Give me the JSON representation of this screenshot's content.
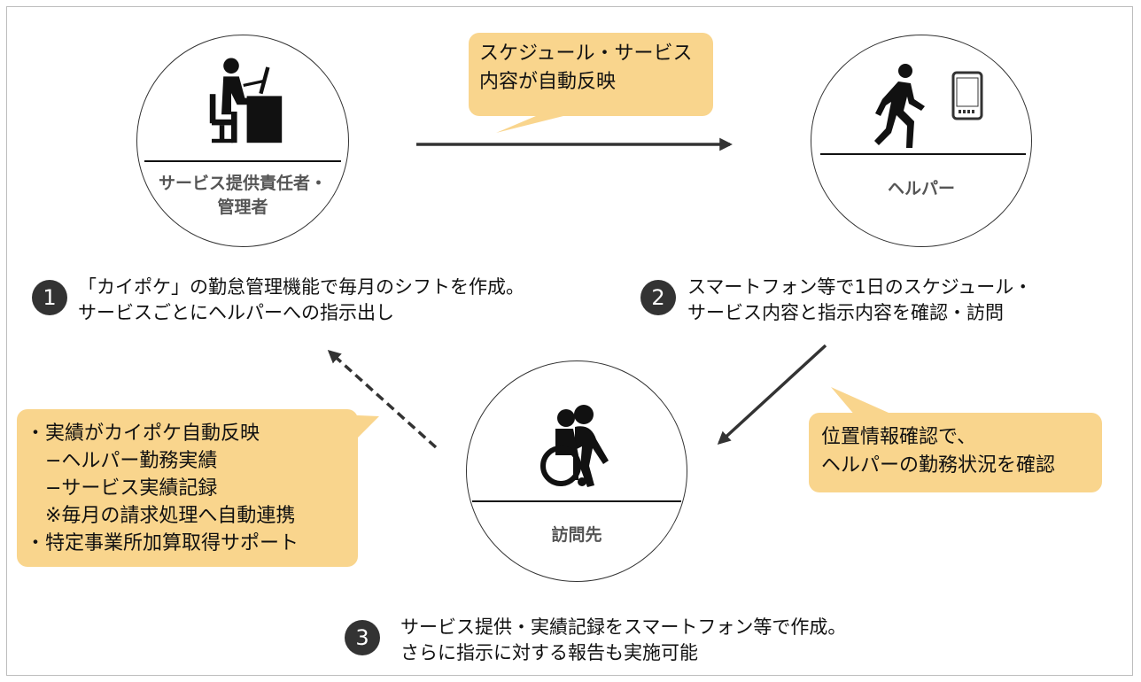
{
  "nodes": {
    "manager": {
      "label_lines": [
        "サービス提供責任者・",
        "管理者"
      ],
      "icon": "person-at-computer-icon"
    },
    "helper": {
      "label_lines": [
        "ヘルパー"
      ],
      "icon": "walking-person-icon",
      "icon2": "smartphone-icon"
    },
    "visit": {
      "label_lines": [
        "訪問先"
      ],
      "icon": "caregiver-wheelchair-icon"
    }
  },
  "bubbles": {
    "top": {
      "lines": [
        "スケジュール・サービス",
        "内容が自動反映"
      ]
    },
    "right": {
      "lines": [
        "位置情報確認で、",
        "ヘルパーの勤務状況を確認"
      ]
    },
    "left": {
      "lines": [
        "・実績がカイポケ自動反映",
        "　−ヘルパー勤務実績",
        "　−サービス実績記録",
        "　※毎月の請求処理へ自動連携",
        "・特定事業所加算取得サポート"
      ]
    }
  },
  "steps": [
    {
      "number": "1",
      "lines": [
        "「カイポケ」の勤怠管理機能で毎月のシフトを作成。",
        "サービスごとにヘルパーへの指示出し"
      ]
    },
    {
      "number": "2",
      "lines": [
        "スマートフォン等で1日のスケジュール・",
        "サービス内容と指示内容を確認・訪問"
      ]
    },
    {
      "number": "3",
      "lines": [
        "サービス提供・実績記録をスマートフォン等で作成。",
        "さらに指示に対する報告も実施可能"
      ]
    }
  ],
  "colors": {
    "bubble": "#f9d58d",
    "dark": "#333333",
    "label": "#555555"
  }
}
